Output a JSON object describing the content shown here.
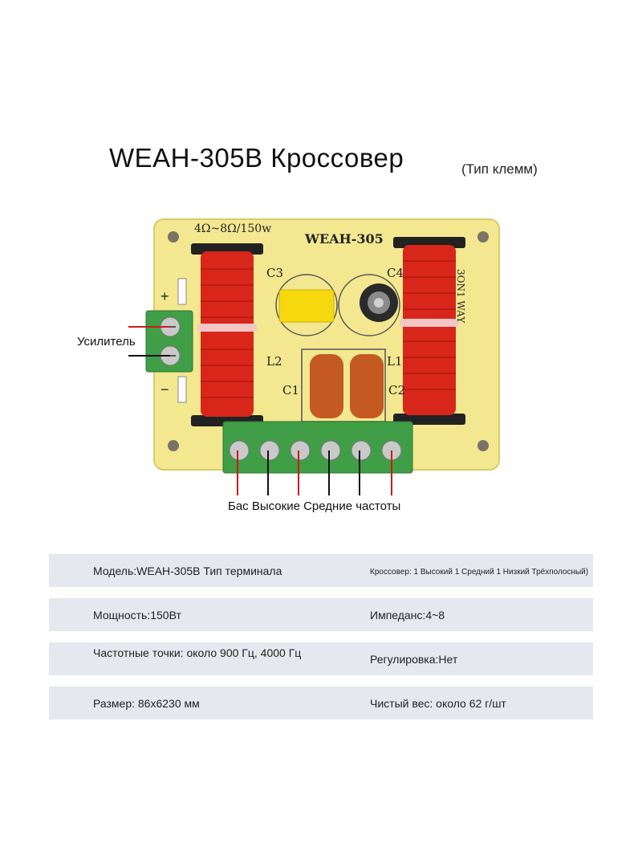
{
  "header": {
    "title": "WEAH-305B Кроссовер",
    "subtitle": "(Тип клемм)"
  },
  "board": {
    "power_rating": "4Ω~8Ω/150w",
    "model_print": "WEAH-305",
    "labels": {
      "c1": "C1",
      "c2": "C2",
      "c3": "C3",
      "c4": "C4",
      "l1": "L1",
      "l2": "L2",
      "side": "3ON1 WAY"
    },
    "colors": {
      "pcb": "#f3e890",
      "coil": "#d8261a",
      "terminal": "#3f9e46",
      "capacitor": "#c45a22"
    }
  },
  "callouts": {
    "amplifier": "Усилитель",
    "outputs": "Бас Высокие Средние частоты"
  },
  "specs": [
    {
      "left": "Модель:WEAH-305B Тип терминала",
      "right": "Кроссовер: 1 Высокий 1 Средний 1 Низкий Трёхполосный)"
    },
    {
      "left": "Мощность:150Вт",
      "right": "Импеданс:4~8"
    },
    {
      "left": "Частотные точки: около 900 Гц, 4000 Гц",
      "right": "Регулировка:Нет"
    },
    {
      "left": "Размер: 86x6230 мм",
      "right": "Чистый вес: около 62 г/шт"
    }
  ]
}
